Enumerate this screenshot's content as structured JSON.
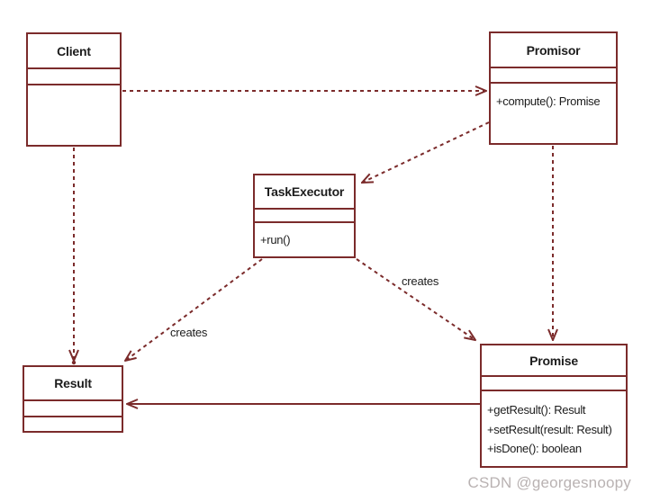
{
  "classes": {
    "client": {
      "name": "Client",
      "attributes": [],
      "methods": []
    },
    "promisor": {
      "name": "Promisor",
      "attributes": [],
      "methods": [
        "+compute(): Promise"
      ]
    },
    "taskexecutor": {
      "name": "TaskExecutor",
      "attributes": [],
      "methods": [
        "+run()"
      ]
    },
    "result": {
      "name": "Result",
      "attributes": [],
      "methods": []
    },
    "promise": {
      "name": "Promise",
      "attributes": [],
      "methods": [
        "+getResult(): Result",
        "+setResult(result: Result)",
        "+isDone(): boolean"
      ]
    }
  },
  "edges": {
    "client_to_promisor": {
      "type": "dashed-dependency",
      "from": "Client",
      "to": "Promisor"
    },
    "client_to_result": {
      "type": "dashed-dependency",
      "from": "Client",
      "to": "Result"
    },
    "promisor_to_taskexecutor": {
      "type": "dashed-dependency",
      "from": "Promisor",
      "to": "TaskExecutor"
    },
    "promisor_to_promise": {
      "type": "dashed-dependency",
      "from": "Promisor",
      "to": "Promise"
    },
    "taskexecutor_to_result": {
      "type": "dashed-dependency",
      "from": "TaskExecutor",
      "to": "Result",
      "label": "creates"
    },
    "taskexecutor_to_promise": {
      "type": "dashed-dependency",
      "from": "TaskExecutor",
      "to": "Promise",
      "label": "creates"
    },
    "promise_to_result": {
      "type": "solid-association",
      "from": "Promise",
      "to": "Result"
    }
  },
  "watermark": "CSDN @georgesnoopy",
  "colors": {
    "line": "#7b2b2b",
    "text": "#1c1c1c",
    "watermark": "#b9b2b2",
    "background": "#ffffff"
  }
}
